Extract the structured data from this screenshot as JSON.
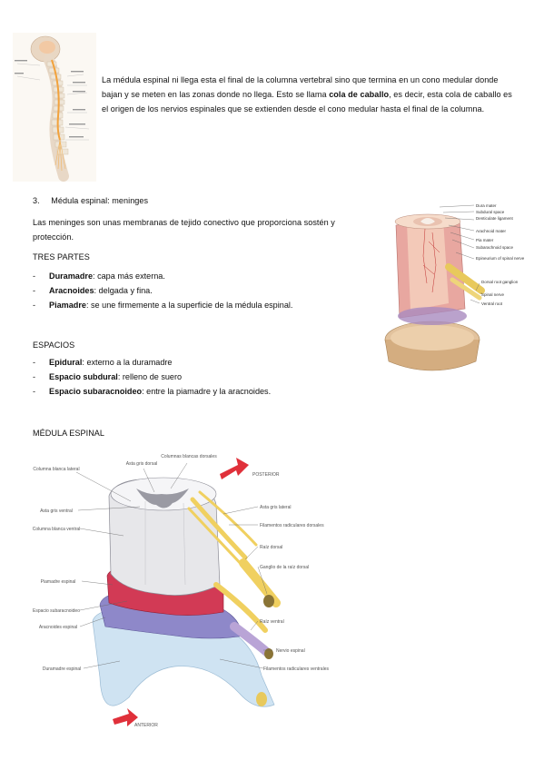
{
  "intro": {
    "pre": "La médula espinal ni llega esta el final de la columna vertebral sino que termina en un cono medular donde bajan y se meten en las zonas donde no llega. Esto se llama ",
    "bold": "cola de caballo",
    "post": ", es decir, esta cola de caballo es el origen de los nervios espinales que se extienden desde el cono medular hasta el final de la columna."
  },
  "section": {
    "number": "3.",
    "title": "Médula espinal: meninges",
    "description": "Las meninges son unas membranas de tejido conectivo que proporciona sostén y protección.",
    "parts_heading": "TRES PARTES",
    "parts": [
      {
        "term": "Duramadre",
        "text": ": capa más externa."
      },
      {
        "term": "Aracnoides",
        "text": ": delgada y fina."
      },
      {
        "term": "Piamadre",
        "text": ": se une firmemente a la superficie de la médula espinal."
      }
    ],
    "spaces_heading": "ESPACIOS",
    "spaces": [
      {
        "term": "Epidural",
        "text": ": externo a la duramadre"
      },
      {
        "term": "Espacio subdural",
        "text": ": relleno de suero"
      },
      {
        "term": "Espacio subaracnoideo",
        "text": ": entre la piamadre y la aracnoides."
      }
    ],
    "dash": "-"
  },
  "figure_heading": "MÉDULA ESPINAL",
  "meninges_figure": {
    "labels": [
      "Dura mater",
      "Subdural space",
      "Denticulate ligament",
      "Arachnoid mater",
      "Pia mater",
      "Subarachnoid space",
      "Epineurium of spinal nerve",
      "Dorsal root ganglion",
      "Spinal nerve",
      "Ventral root"
    ]
  },
  "cord_figure": {
    "labels_left": [
      "Columna blanca lateral",
      "Asta gris ventral",
      "Columna blanca ventral",
      "Piamadre espinal",
      "Espacio subaracnoideo",
      "Aracnoides espinal",
      "Duramadre espinal"
    ],
    "labels_top": [
      "Asta gris dorsal",
      "Columnas blancas dorsales"
    ],
    "labels_right": [
      "Asta gris lateral",
      "Filamentos radiculares dorsales",
      "Raíz dorsal",
      "Ganglio de la raíz dorsal",
      "Raíz ventral",
      "Nervio espinal",
      "Filamentos radiculares ventrales"
    ],
    "posterior": "POSTERIOR",
    "anterior": "ANTERIOR"
  },
  "colors": {
    "arrow": "#e0303a",
    "pia": "#d23a55",
    "arachnoid": "#8e88c9",
    "dura": "#cfe3f2",
    "nerve": "#f0d060",
    "bone": "#d9b48a"
  }
}
